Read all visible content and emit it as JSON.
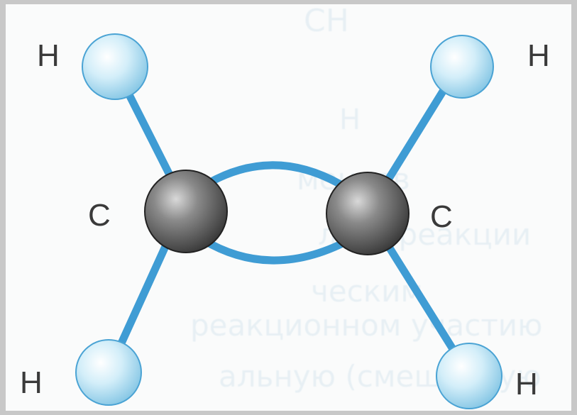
{
  "labels": {
    "h_top_left": "H",
    "h_top_right": "H",
    "h_bottom_left": "H",
    "h_bottom_right": "H",
    "c_left": "C",
    "c_right": "C"
  },
  "colors": {
    "bond": "#3f9cd4",
    "hydrogen_fill": "#bfe5f5",
    "carbon_fill": "#606060",
    "label": "#3a3a3a",
    "background": "#fafbfb",
    "frame": "#c8c8c8"
  }
}
